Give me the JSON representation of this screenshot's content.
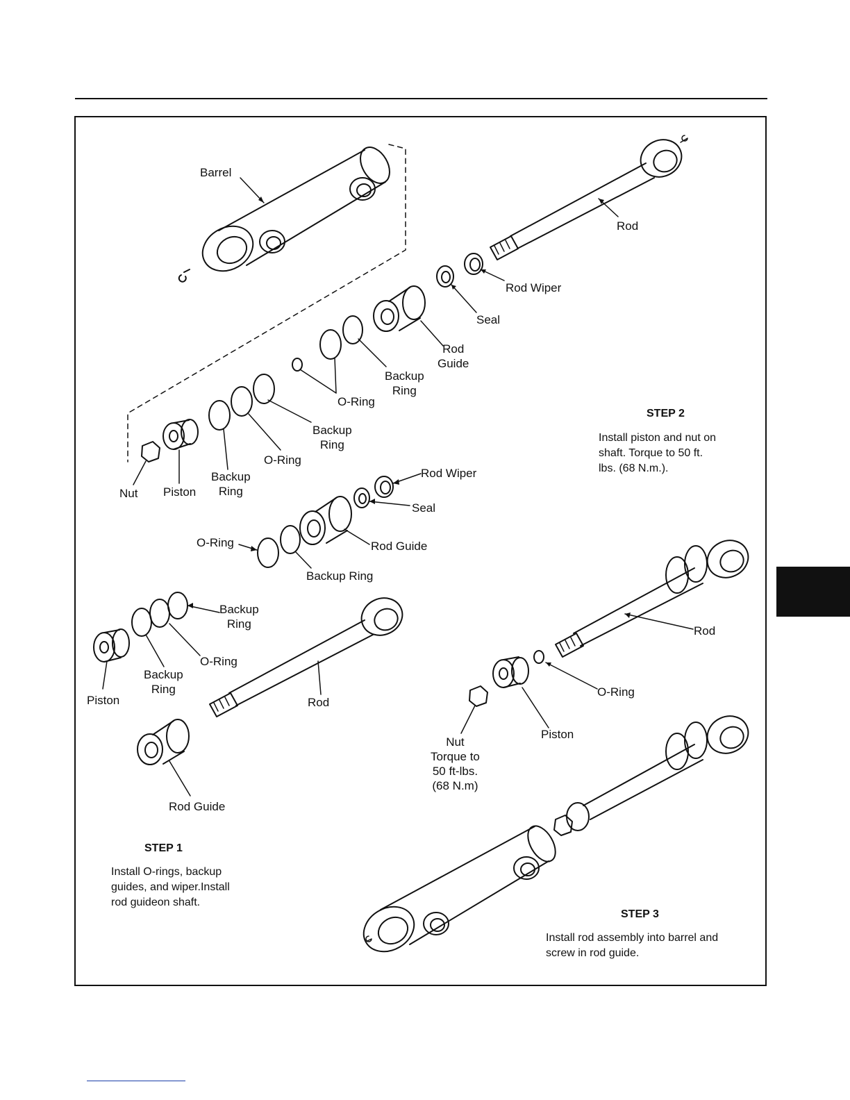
{
  "labels": {
    "barrel": "Barrel",
    "rod_top": "Rod",
    "rod_wiper_top": "Rod Wiper",
    "seal_top": "Seal",
    "rod_guide_top": "Rod\nGuide",
    "backup_ring_a": "Backup\nRing",
    "o_ring_a": "O-Ring",
    "backup_ring_b": "Backup\nRing",
    "o_ring_b": "O-Ring",
    "backup_ring_c": "Backup\nRing",
    "nut_top": "Nut",
    "piston_top": "Piston",
    "rod_wiper_mid": "Rod Wiper",
    "seal_mid": "Seal",
    "rod_guide_mid": "Rod Guide",
    "o_ring_mid": "O-Ring",
    "backup_ring_mid": "Backup Ring",
    "backup_ring_s1a": "Backup\nRing",
    "o_ring_s1": "O-Ring",
    "backup_ring_s1b": "Backup\nRing",
    "piston_s1": "Piston",
    "rod_s1": "Rod",
    "rod_guide_s1": "Rod Guide",
    "rod_s2": "Rod",
    "o_ring_s2": "O-Ring",
    "piston_s2": "Piston",
    "nut_s2": "Nut\nTorque to\n50 ft-lbs.\n(68 N.m)"
  },
  "steps": [
    {
      "title": "STEP 1",
      "text": "Install O-rings, backup\nguides, and wiper.Install\nrod guideon shaft."
    },
    {
      "title": "STEP 2",
      "text": "Install piston and nut on\nshaft. Torque to 50 ft.\nlbs. (68 N.m.)."
    },
    {
      "title": "STEP 3",
      "text": "Install rod assembly into barrel and\nscrew in rod guide."
    }
  ]
}
